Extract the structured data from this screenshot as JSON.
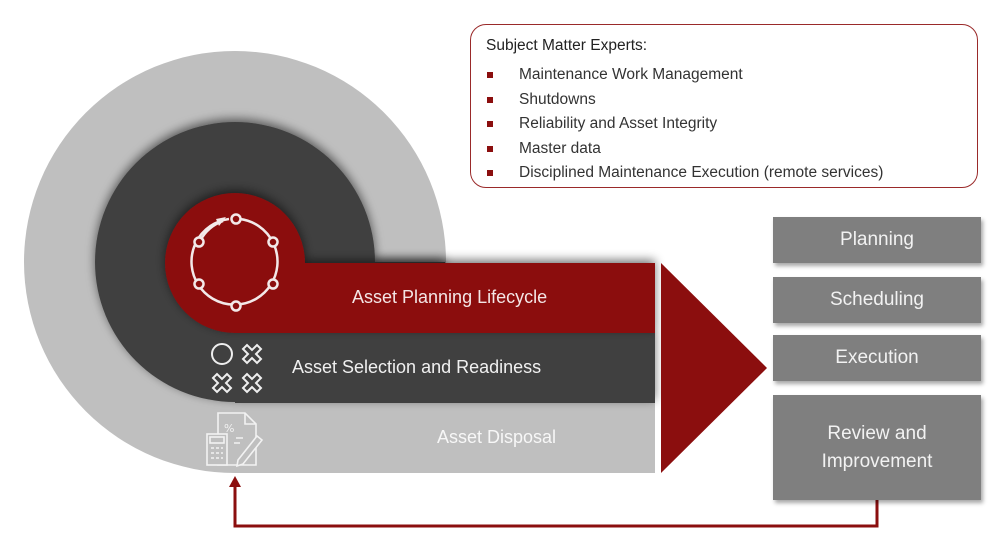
{
  "sme_panel": {
    "title": "Subject Matter Experts:",
    "items": [
      "Maintenance Work Management",
      "Shutdowns",
      "Reliability  and Asset Integrity",
      "Master data",
      "Disciplined  Maintenance Execution  (remote services)"
    ],
    "border_color": "#9a2a2a",
    "bullet_color": "#8b0e0e"
  },
  "spiral": {
    "bands": [
      {
        "label": "Asset Planning Lifecycle",
        "icon": "cycle-icon",
        "color": "#8b0e0e",
        "text_color": "#f4e6e6"
      },
      {
        "label": "Asset Selection and Readiness",
        "icon": "tic-tac-toe-icon",
        "color": "#404040",
        "text_color": "#f0f0f0"
      },
      {
        "label": "Asset Disposal",
        "icon": "calculator-document-icon",
        "color": "#bfbfbf",
        "text_color": "#f7f7f7"
      }
    ],
    "arrow_color": "#8b0e0e"
  },
  "steps": [
    {
      "label": "Planning"
    },
    {
      "label": "Scheduling"
    },
    {
      "label": "Execution"
    },
    {
      "label": "Review and\nImprovement"
    }
  ],
  "feedback_arrow": {
    "color": "#8b0e0e",
    "from": "Review and Improvement",
    "to": "Asset Disposal"
  }
}
